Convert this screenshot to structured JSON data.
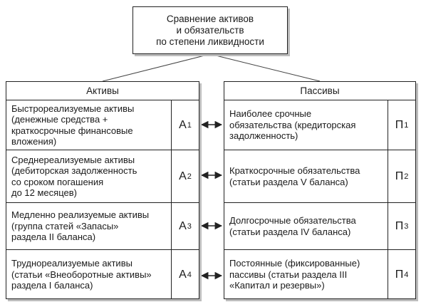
{
  "title": "Сравнение активов\nи обязательств\nпо степени ликвидности",
  "assets": {
    "header": "Активы",
    "rows": [
      {
        "text": "Быстрореализуемые активы\n(денежные средства +\nкраткосрочные финансовые\nвложения)",
        "code": "А",
        "index": "1"
      },
      {
        "text": "Среднереализуемые активы\n(дебиторская задолженность\nсо сроком погашения\nдо 12 месяцев)",
        "code": "А",
        "index": "2"
      },
      {
        "text": "Медленно реализуемые активы\n(группа статей «Запасы»\nраздела II баланса)",
        "code": "А",
        "index": "3"
      },
      {
        "text": "Труднореализуемые активы\n(статьи «Внеоборотные активы»\nраздела I баланса)",
        "code": "А",
        "index": "4"
      }
    ]
  },
  "liabilities": {
    "header": "Пассивы",
    "rows": [
      {
        "text": "Наиболее срочные\nобязательства (кредиторская\nзадолженность)",
        "code": "П",
        "index": "1"
      },
      {
        "text": "Краткосрочные обязательства\n(статьи раздела V баланса)",
        "code": "П",
        "index": "2"
      },
      {
        "text": "Долгосрочные обязательства\n(статьи раздела IV баланса)",
        "code": "П",
        "index": "3"
      },
      {
        "text": "Постоянные (фиксированные)\nпассивы (статьи раздела III\n«Капитал и резервы»)",
        "code": "П",
        "index": "4"
      }
    ]
  }
}
